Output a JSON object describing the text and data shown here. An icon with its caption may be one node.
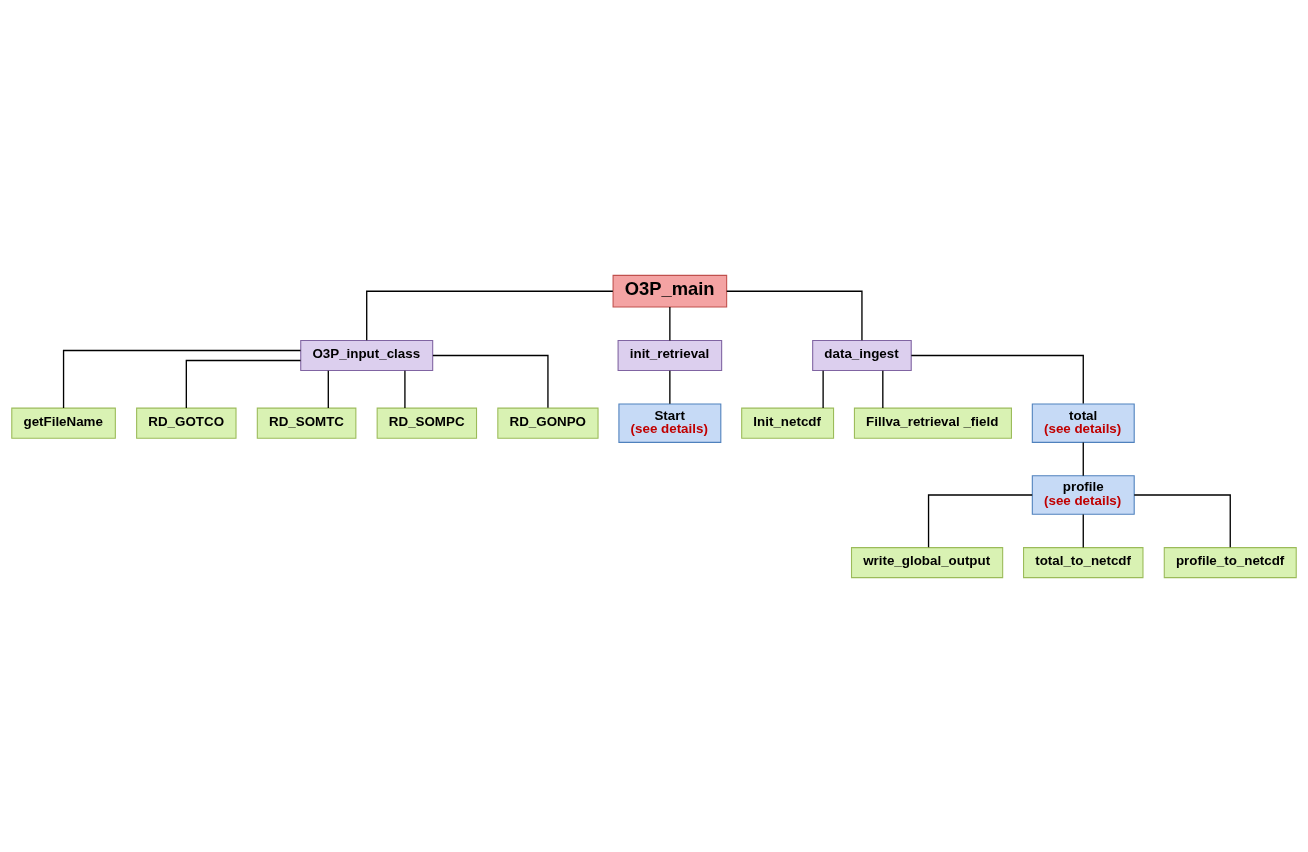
{
  "diagram": {
    "nodes": [
      {
        "text": [
          "O3P_main"
        ]
      },
      {
        "text": [
          "O3P_input_class"
        ]
      },
      {
        "text": [
          "init_retrieval"
        ]
      },
      {
        "text": [
          "data_ingest"
        ]
      },
      {
        "text": [
          "getFileName"
        ]
      },
      {
        "text": [
          "RD_GOTCO"
        ]
      },
      {
        "text": [
          "RD_SOMTC"
        ]
      },
      {
        "text": [
          "RD_SOMPC"
        ]
      },
      {
        "text": [
          "RD_GONPO"
        ]
      },
      {
        "text": [
          "Start",
          "(see details)"
        ]
      },
      {
        "text": [
          "Init_netcdf"
        ]
      },
      {
        "text": [
          "Fillva_retrieval _field"
        ]
      },
      {
        "text": [
          "total",
          "(see details)"
        ]
      },
      {
        "text": [
          "profile",
          "(see details)"
        ]
      },
      {
        "text": [
          "write_global_output"
        ]
      },
      {
        "text": [
          "total_to_netcdf"
        ]
      },
      {
        "text": [
          "profile_to_netcdf"
        ]
      }
    ],
    "edges": [
      {
        "from": 0,
        "to": 1,
        "arrow": "none"
      },
      {
        "from": 0,
        "to": 2,
        "arrow": "none"
      },
      {
        "from": 0,
        "to": 3,
        "arrow": "none"
      },
      {
        "from": 1,
        "to": 4,
        "arrow": "none"
      },
      {
        "from": 1,
        "to": 5,
        "arrow": "none"
      },
      {
        "from": 1,
        "to": 6,
        "arrow": "none"
      },
      {
        "from": 1,
        "to": 7,
        "arrow": "none"
      },
      {
        "from": 1,
        "to": 8,
        "arrow": "none"
      },
      {
        "from": 2,
        "to": 9,
        "arrow": "none"
      },
      {
        "from": 3,
        "to": 10,
        "arrow": "none"
      },
      {
        "from": 3,
        "to": 11,
        "arrow": "none"
      },
      {
        "from": 3,
        "to": 12,
        "arrow": "none"
      },
      {
        "from": 12,
        "to": 13,
        "arrow": "none"
      },
      {
        "from": 13,
        "to": 14,
        "arrow": "none"
      },
      {
        "from": 13,
        "to": 15,
        "arrow": "none"
      },
      {
        "from": 13,
        "to": 16,
        "arrow": "none"
      }
    ]
  }
}
